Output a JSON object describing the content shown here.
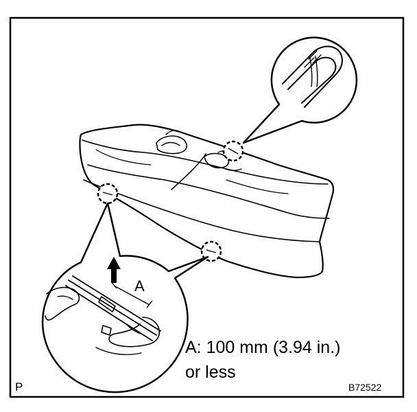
{
  "figure": {
    "dimension_marker": "A",
    "note_line1": "A: 100 mm (3.94 in.)",
    "note_line2": "or less",
    "corner_letter": "P",
    "figure_code": "B72522"
  },
  "colors": {
    "line": "#000000",
    "background": "#ffffff"
  }
}
